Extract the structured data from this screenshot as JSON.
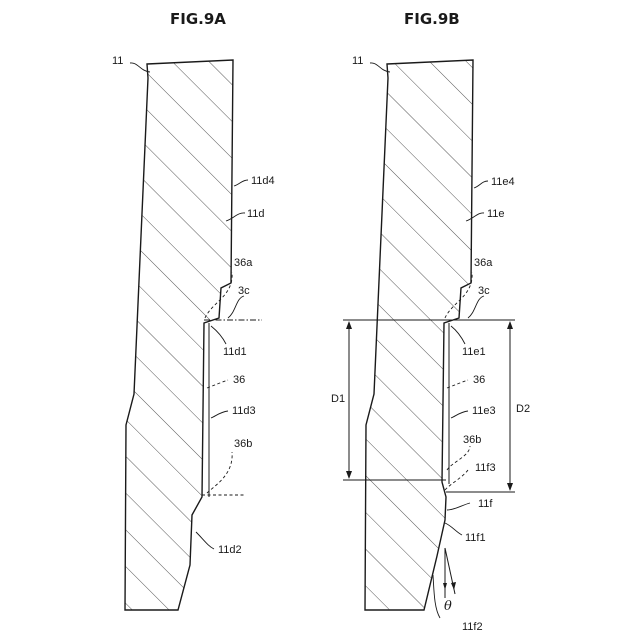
{
  "figures": [
    {
      "title": "FIG.9A",
      "labels": {
        "body": "11",
        "outer_edge": "11d4",
        "upper_face": "11d",
        "recess": "36a",
        "line": "3c",
        "corner": "11d1",
        "groove": "36",
        "inner_face": "11d3",
        "lower_recess": "36b",
        "lower_face": "11d2"
      }
    },
    {
      "title": "FIG.9B",
      "labels": {
        "body": "11",
        "outer_edge": "11e4",
        "upper_face": "11e",
        "recess": "36a",
        "line": "3c",
        "corner": "11e1",
        "groove": "36",
        "inner_face": "11e3",
        "lower_recess": "36b",
        "lower_corner": "11f3",
        "step_face": "11f",
        "step_upper": "11f1",
        "step_lower": "11f2",
        "dimension_1": "D1",
        "dimension_2": "D2",
        "angle": "θ"
      }
    }
  ]
}
